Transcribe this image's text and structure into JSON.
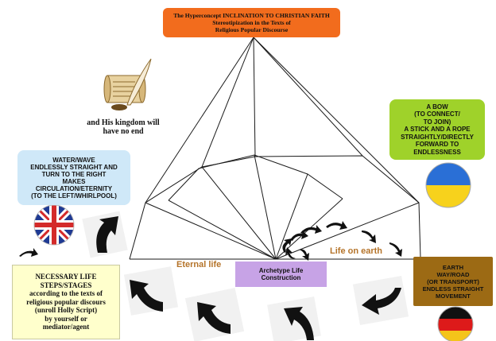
{
  "title": {
    "lines": [
      "The Hyperconcept INCLINATION TO CHRISTIAN FAITH",
      "Stereotipization in the Texts of",
      "Religious Popular Discourse"
    ]
  },
  "kingdom": {
    "lines": [
      "and His kingdom will",
      "have no end"
    ]
  },
  "ukraine_box": {
    "lines": [
      "A BOW",
      "(TO CONNECT/",
      "TO JOIN)",
      "A STICK AND A ROPE",
      "STRAIGHTLY/DIRECTLY",
      "FORWARD TO",
      "ENDLESSNESS"
    ]
  },
  "water_box": {
    "lines": [
      "WATER/WAVE",
      "ENDLESSLY STRAIGHT AND",
      "TURN TO THE RIGHT",
      "MAKES",
      "CIRCULATION/ETERNITY",
      "(TO THE LEFT/WHIRLPOOL)"
    ]
  },
  "earth_box": {
    "lines": [
      "EARTH",
      "WAY/ROAD",
      "(OR TRANSPORT)",
      "ENDLESS STRAIGHT",
      "MOVEMENT"
    ]
  },
  "archetype_box": {
    "lines": [
      "Archetype Life",
      "Construction"
    ]
  },
  "necessary_box": {
    "lines": [
      "NECESSARY LIFE",
      "STEPS/STAGES",
      "according to the texts of",
      "religious popular discours",
      "(unroll Holly Script)",
      "by yourself or",
      "mediator/agent"
    ]
  },
  "labels": {
    "eternal_life": "Eternal life",
    "life_on_earth": "Life on earth"
  },
  "colors": {
    "title_box": "#f26c1d",
    "ukraine_box": "#9fd22a",
    "water_box": "#cfe8f8",
    "earth_box": "#9c6a14",
    "archetype_box": "#c7a3e6",
    "necessary_box": "#ffffcc",
    "label_text": "#b5742a"
  },
  "icons": {
    "scroll": "scroll-quill-icon",
    "uk_flag": "uk-flag-icon",
    "ukraine_flag": "ukraine-flag-icon",
    "germany_flag": "germany-flag-icon",
    "arrows": "curved-arrow-icon"
  }
}
